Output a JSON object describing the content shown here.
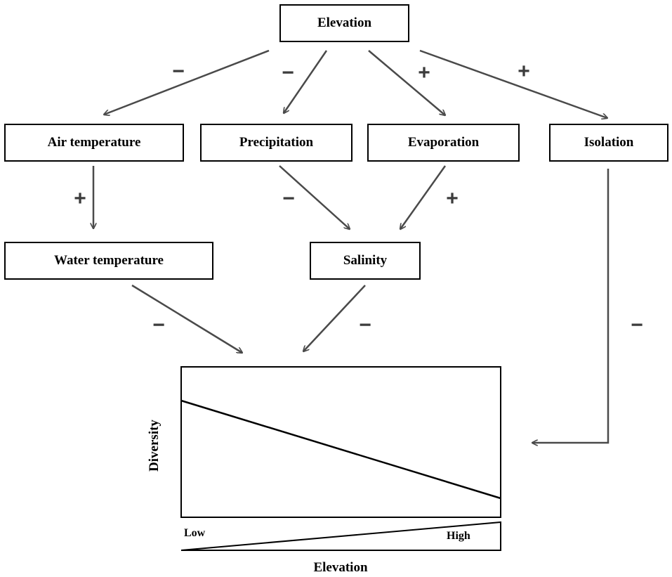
{
  "nodes": {
    "elevation": "Elevation",
    "air_temperature": "Air temperature",
    "precipitation": "Precipitation",
    "evaporation": "Evaporation",
    "isolation": "Isolation",
    "water_temperature": "Water temperature",
    "salinity": "Salinity"
  },
  "edges": [
    {
      "from": "Elevation",
      "to": "Air temperature",
      "sign": "−"
    },
    {
      "from": "Elevation",
      "to": "Precipitation",
      "sign": "−"
    },
    {
      "from": "Elevation",
      "to": "Evaporation",
      "sign": "+"
    },
    {
      "from": "Elevation",
      "to": "Isolation",
      "sign": "+"
    },
    {
      "from": "Air temperature",
      "to": "Water temperature",
      "sign": "+"
    },
    {
      "from": "Precipitation",
      "to": "Salinity",
      "sign": "−"
    },
    {
      "from": "Evaporation",
      "to": "Salinity",
      "sign": "+"
    },
    {
      "from": "Water temperature",
      "to": "Diversity",
      "sign": "−"
    },
    {
      "from": "Salinity",
      "to": "Diversity",
      "sign": "−"
    },
    {
      "from": "Isolation",
      "to": "Diversity",
      "sign": "−"
    }
  ],
  "plot": {
    "ylabel": "Diversity",
    "xlabel": "Elevation",
    "low_label": "Low",
    "high_label": "High",
    "trend": "decreasing"
  },
  "colors": {
    "box_border": "#000000",
    "arrow": "#4a4a4a",
    "sign": "#3c3c3c"
  }
}
